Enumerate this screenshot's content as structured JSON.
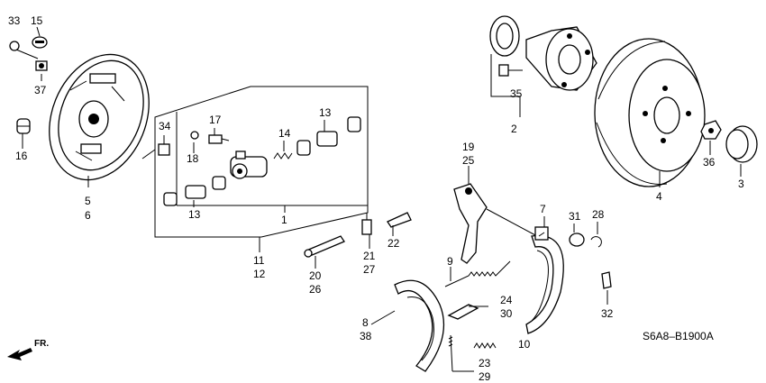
{
  "diagram": {
    "code": "S6A8–B1900A",
    "direction_label": "FR.",
    "callouts": {
      "c1": "1",
      "c2": "2",
      "c3": "3",
      "c4": "4",
      "c5": "5",
      "c6": "6",
      "c7": "7",
      "c8": "8",
      "c9": "9",
      "c10": "10",
      "c11": "11",
      "c12": "12",
      "c13a": "13",
      "c13b": "13",
      "c14": "14",
      "c15": "15",
      "c16": "16",
      "c17": "17",
      "c18": "18",
      "c19": "19",
      "c20": "20",
      "c21": "21",
      "c22": "22",
      "c23": "23",
      "c24": "24",
      "c25": "25",
      "c26": "26",
      "c27": "27",
      "c28": "28",
      "c29": "29",
      "c30": "30",
      "c31": "31",
      "c32": "32",
      "c33": "33",
      "c34": "34",
      "c35": "35",
      "c36": "36",
      "c37": "37",
      "c38": "38"
    }
  }
}
